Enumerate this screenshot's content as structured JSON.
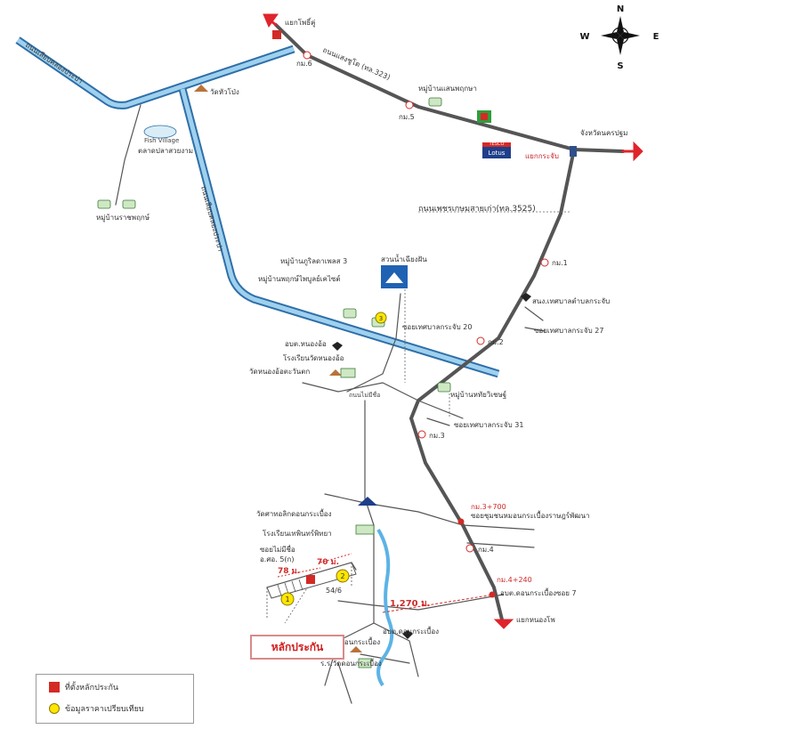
{
  "compass": {
    "n": "N",
    "s": "S",
    "e": "E",
    "w": "W"
  },
  "roads": {
    "highway_nw": "ถนนเลียบคลองประปา",
    "canal_road": "ถนนเลียบคลองประปา",
    "rte323": "ถนนแสงชูโต (ทล.323)",
    "rte3525": "ถนนเพชรเกษมสายเก่า(ทล.3525)"
  },
  "places": {
    "ban_pho_intersection": "แยกโพธิ์คู่",
    "wat_hua_pong": "วัดหัวโป่ง",
    "fish_market": "ตลาดปลาสวยงาม",
    "fish_village": "Fish Village",
    "ban_rat_pruek": "หมู่บ้านราชพฤกษ์",
    "ban_saen_suk": "หมู่บ้านแสนพฤกษา",
    "to_nakhon_pathom": "จังหวัดนครปฐม",
    "krajab_intersection": "แยกกระจับ",
    "tesco": "TESCO",
    "lotus": "Lotus",
    "ban_pruksa_3": "หมู่บ้านภูริลดาเพลส 3",
    "ban_phrueksa_villa": "หมู่บ้านพฤกษ์ไพบูลย์เคไซต์",
    "water_park": "สวนน้ำเฉียงฝัน",
    "tambon_office": "สนง.เทศบาลตำบลกระจับ",
    "soi_27": "ซอยเทศบาลกระจับ 27",
    "soi_20": "ซอยเทศบาลกระจับ 20",
    "obt_nong_o": "อบต.หนองอ้อ",
    "school_nong_o": "โรงเรียนวัดหนองอ้อ",
    "wat_nong_o": "วัดหนองอ้อตะวันตก",
    "ban_thai_settha": "หมู่บ้านหทัยวิเชษฐ์",
    "soi_31": "ซอยเทศบาลกระจับ 31",
    "wat_don_krabueang_north": "วัดศาทอลิกดอนกระเบื้อง",
    "school_inter": "โรงเรียนเทพินทร์พิทยา",
    "soi_mai_mi_chue": "ซอยไม่มีชื่อ",
    "soi_obt": "อบต.ดอนกระเบื้อง",
    "soi_chumchon": "ซอยชุมชนหมอนกระเบื้องราษฎร์พัฒนา",
    "soi_don_krabueang_7": "อบต.ดอนกระเบื้องซอย 7",
    "to_nong_ko": "แยกหนองโพ",
    "wat_don_krabueang": "วัดดอนกระเบื้อง",
    "school_wat_don": "ร.ร.วัดดอนกระเบื้อง",
    "obt_don_krabueang": "อบต.ดอนกระเบื้อง",
    "road_mai_mi_chue": "ถนนไม่มีชื่อ",
    "soi_lane": "อ.ศอ. 5(ก)"
  },
  "km_markers": {
    "km6": "กม.6",
    "km5": "กม.5",
    "km1": "กม.1",
    "km2": "กม.2",
    "km3": "กม.3",
    "km4": "กม.4",
    "km3_700": "กม.3+700",
    "km4_240": "กม.4+240"
  },
  "distances": {
    "d78": "78 ม.",
    "d70": "70 ม.",
    "d1270": "1,270 ม.",
    "pole": "54/6"
  },
  "stake_label": "หลักประกัน",
  "markers": {
    "comp1": "1",
    "comp2": "2",
    "comp3": "3"
  },
  "legend": {
    "collateral": "ที่ตั้งหลักประกัน",
    "comparable": "ข้อมูลราคาเปรียบเทียบ"
  },
  "colors": {
    "road": "#555555",
    "canal_fill": "#9fd1ee",
    "canal_edge": "#2f6fa9",
    "arrow": "#e0242b",
    "river": "#5cb3e6"
  }
}
